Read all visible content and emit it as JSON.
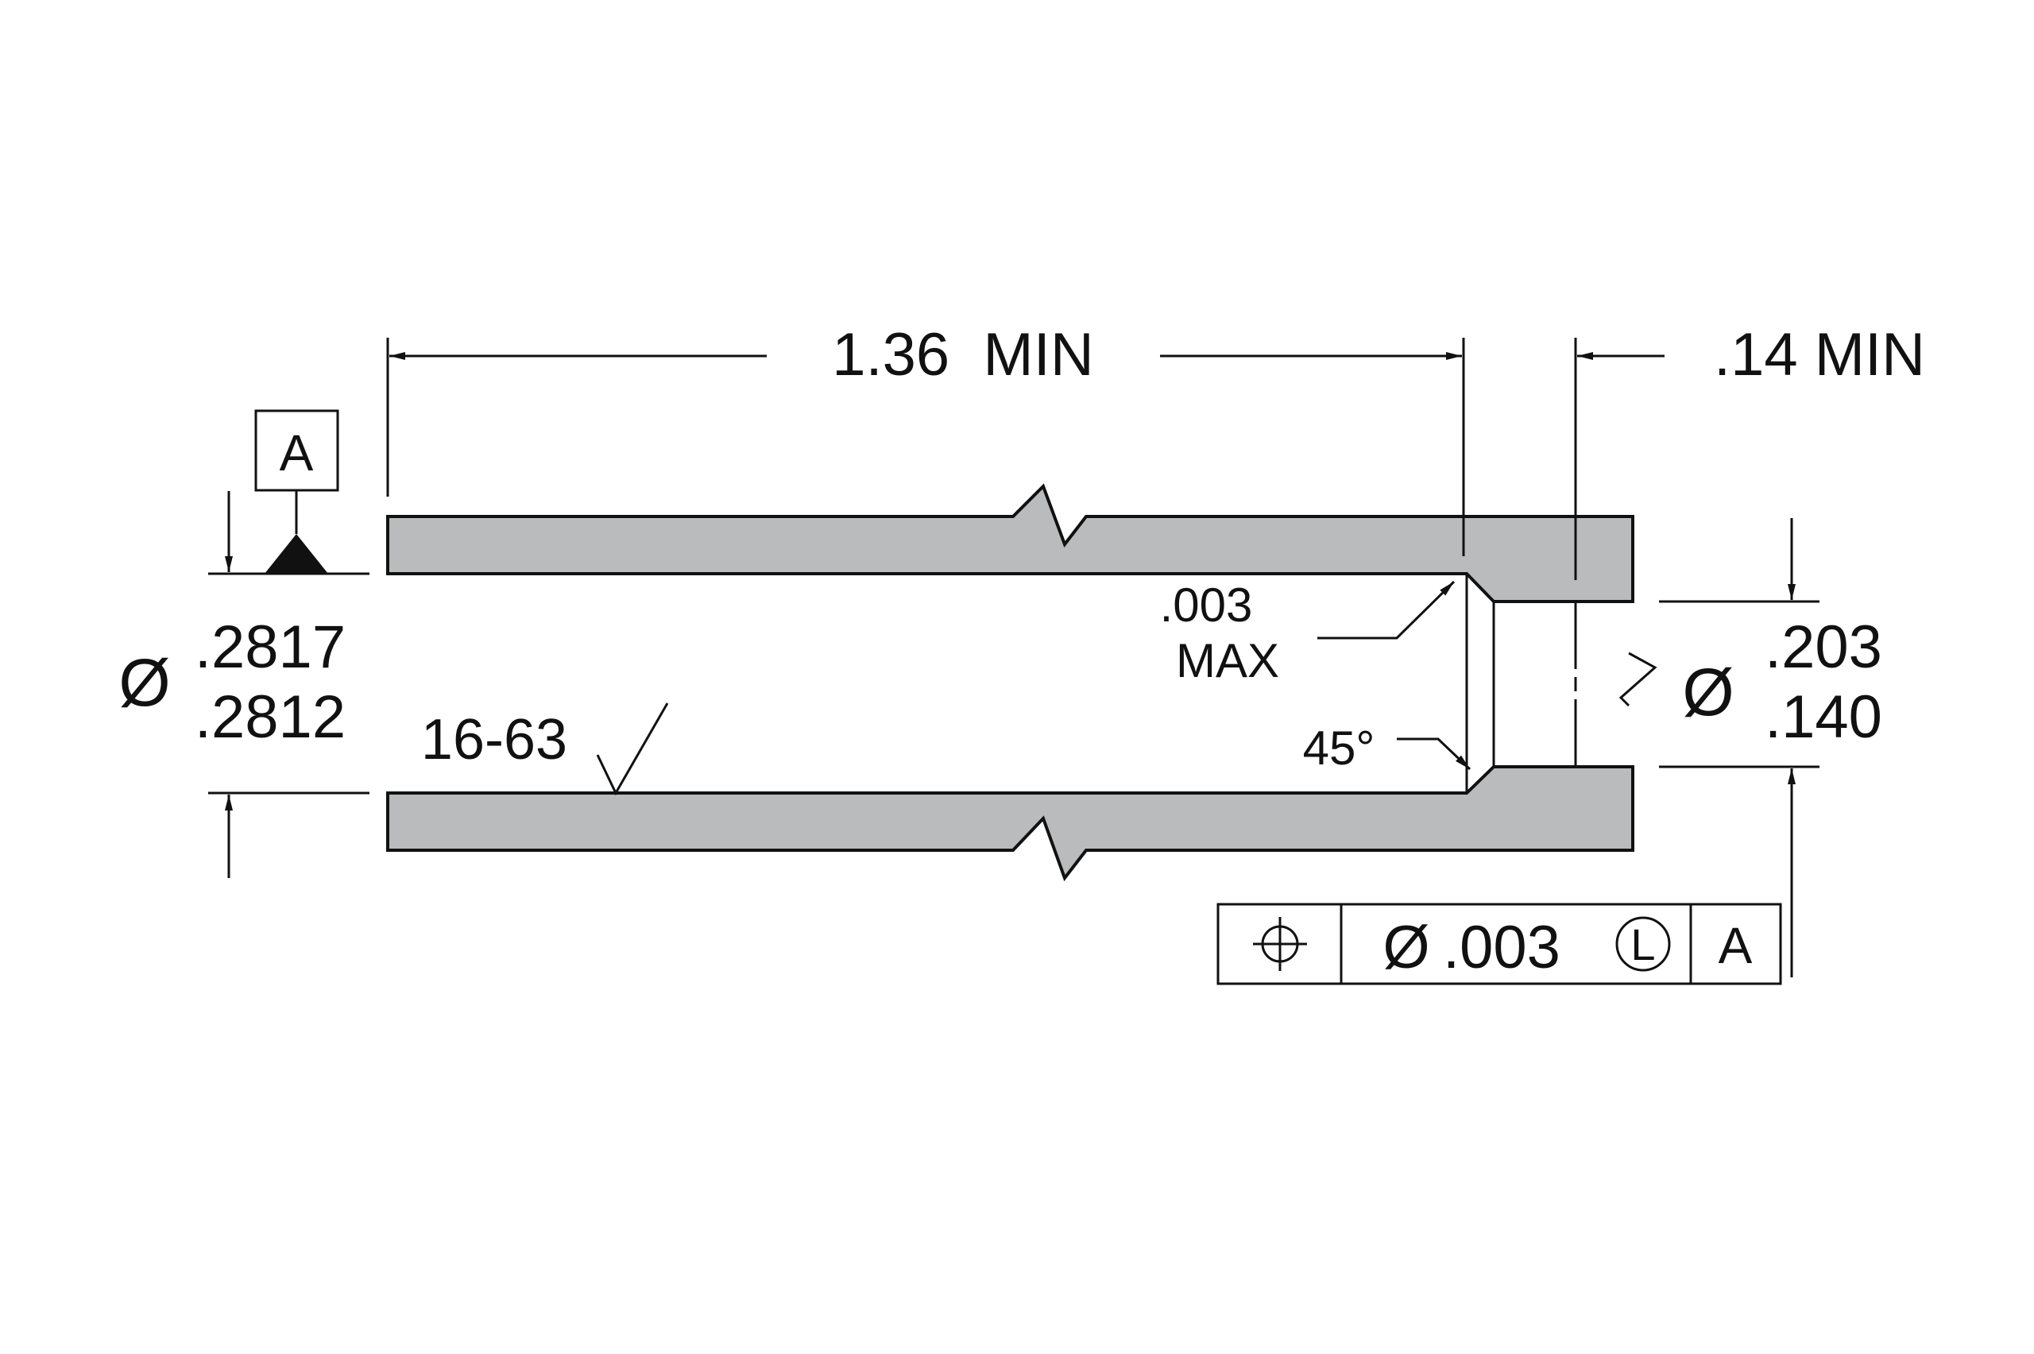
{
  "drawing": {
    "colors": {
      "section_fill": "#b9bbbd",
      "line": "#111111",
      "background": "#ffffff"
    },
    "dimensions": {
      "overall_length": "1.36  MIN",
      "counterbore_depth": ".14 MIN"
    },
    "datum": {
      "label": "A"
    },
    "bore_diameter": {
      "symbol": "Ø",
      "upper": ".2817",
      "lower": ".2812"
    },
    "counterbore_diameter": {
      "symbol": "Ø",
      "upper": ".203",
      "lower": ".140"
    },
    "surface_finish": {
      "value": "16-63"
    },
    "chamfer": {
      "size": ".003",
      "size_qualifier": "MAX",
      "angle": "45°"
    },
    "feature_control_frame": {
      "characteristic_icon": "position-icon",
      "tolerance_symbol": "Ø",
      "tolerance": ".003",
      "modifier": "L",
      "datum": "A"
    }
  }
}
